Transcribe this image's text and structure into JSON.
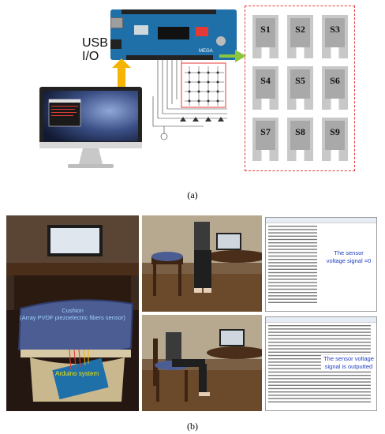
{
  "figure_a": {
    "usb_label_line1": "USB",
    "usb_label_line2": "I/O",
    "sensors": [
      "S1",
      "S2",
      "S3",
      "S4",
      "S5",
      "S6",
      "S7",
      "S8",
      "S9"
    ],
    "caption": "(a)"
  },
  "figure_b": {
    "cushion_label_line1": "Cushion",
    "cushion_label_line2": "(Array PVDF piezoelectric fibers sensor)",
    "arduino_label": "Arduino system",
    "panel_top_text_line1": "The sensor",
    "panel_top_text_line2": "voltage signal =0",
    "panel_bottom_text_line1": "The sensor voltage",
    "panel_bottom_text_line2": "signal is outputted",
    "caption": "(b)"
  },
  "colors": {
    "arduino_board": "#1f6fa8",
    "arrow_orange": "#f4b400",
    "arrow_green": "#8cc63f",
    "dashed_red": "#e53935",
    "annotation_blue": "#1f3fbf",
    "annotation_yellow": "#f2e600"
  }
}
